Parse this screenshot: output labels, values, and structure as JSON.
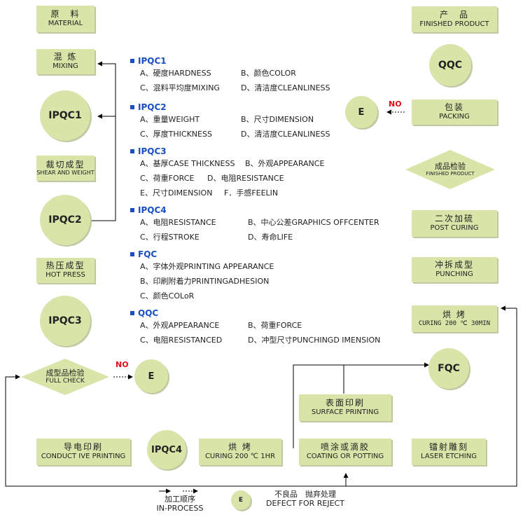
{
  "left_column": {
    "material": {
      "zh": "原　料",
      "en": "MATERIAL"
    },
    "mixing": {
      "zh": "混 炼",
      "en": "MIXING"
    },
    "ipqc1": "IPQC1",
    "shear": {
      "zh": "裁切成型",
      "en": "SHEAR AND WEIGHT"
    },
    "ipqc2": "IPQC2",
    "hot_press": {
      "zh": "热压成型",
      "en": "HOT PRESS"
    },
    "ipqc3": "IPQC3",
    "full_check": {
      "zh": "成型品检验",
      "en": "FULL CHECK"
    },
    "full_check_no": "NO",
    "full_check_reject": "E"
  },
  "bottom_row": {
    "conductive": {
      "zh": "导电印刷",
      "en": "CONDUCT IVE PRINTING"
    },
    "ipqc4": "IPQC4",
    "curing": {
      "zh": "烘 烤",
      "en": "CURING 200 ℃ 1HR"
    },
    "coating": {
      "zh": "喷涂或滴胶",
      "en": "COATING OR POTTING"
    },
    "surface": {
      "zh": "表面印刷",
      "en": "SURFACE PRINTING"
    },
    "laser": {
      "zh": "镭射雕刻",
      "en": "LASER ETCHING"
    },
    "fqc": "FQC"
  },
  "right_column": {
    "finished": {
      "zh": "产　品",
      "en": "FINISHED PRODUCT"
    },
    "qqc": "QQC",
    "packing": {
      "zh": "包装",
      "en": "PACKING"
    },
    "packing_no": "NO",
    "packing_reject": "E",
    "finished_check": {
      "zh": "成品检验",
      "en": "FINISHED PRODUCT"
    },
    "post_curing": {
      "zh": "二次加硫",
      "en": "POST CURING"
    },
    "punching": {
      "zh": "冲拆成型",
      "en": "PUNCHING"
    },
    "curing2": {
      "zh": "烘 烤",
      "en": "CURING 200 ℃ 30MIN"
    }
  },
  "specs": [
    {
      "title": "IPQC1",
      "rows": [
        [
          "A、硬度HARDNESS",
          "B、颜色COLOR"
        ],
        [
          "C、混料平均度MIXING",
          "D、清洁度CLEANLINESS"
        ]
      ]
    },
    {
      "title": "IPQC2",
      "rows": [
        [
          "A、重量WEIGHT",
          "B、尺寸DIMENSION"
        ],
        [
          "C、厚度THICKNESS",
          "D、清洁度CLEANLINESS"
        ]
      ]
    },
    {
      "title": "IPQC3",
      "rows": [
        [
          "A、基厚CASE THICKNESS",
          "B、外观APPEARANCE"
        ],
        [
          "C、荷重FORCE",
          "D、电阻RESISTANCE"
        ],
        [
          "E、尺寸DIMENSION",
          "F．手感FEELIN"
        ]
      ]
    },
    {
      "title": "IPQC4",
      "rows": [
        [
          "A、电阻RESISTANCE",
          "B、中心公差GRAPHICS OFFCENTER"
        ],
        [
          "C、行程STROKE",
          "D、寿命LIFE"
        ]
      ]
    },
    {
      "title": "FQC",
      "rows": [
        [
          "A、字体外观PRINTING APPEARANCE"
        ],
        [
          "B、印刷附着力PRINTINGADHESION"
        ],
        [
          "C、颜色COLoR"
        ]
      ]
    },
    {
      "title": "QQC",
      "rows": [
        [
          "A、外观APPEARANCE",
          "B、荷重FORCE"
        ],
        [
          "C、电阻RESISTANCED",
          "D、冲型尺寸PUNCHINGD IMENSION"
        ]
      ]
    }
  ],
  "legend": {
    "process_label": "加工顺序",
    "process_label_en": "IN-PROCESS",
    "defect_symbol": "E",
    "defect_label": "不良品　抛弃处理",
    "defect_label_en": "DEFECT FOR REJECT"
  },
  "colors": {
    "box": "#d8e4a8",
    "spec_head": "#1a4fc4",
    "no": "#e0101a"
  }
}
